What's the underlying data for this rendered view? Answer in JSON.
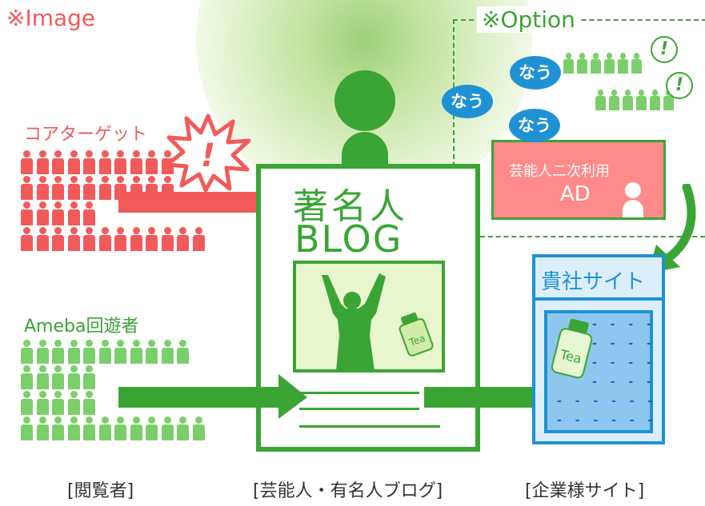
{
  "labels": {
    "image": "※Image",
    "option": "※Option",
    "core_target": "コアターゲット",
    "ameba_visitors": "Ameba回遊者",
    "blog_title_line1": "著名人",
    "blog_title_line2": "BLOG",
    "ad_title": "芸能人二次利用",
    "ad_label": "AD",
    "company_site_header": "貴社サイト",
    "caption_viewers": "[閲覧者]",
    "caption_blog": "[芸能人・有名人ブログ]",
    "caption_company": "[企業様サイト]",
    "exclaim": "!",
    "nau": "なう",
    "tea_label": "Tea"
  },
  "colors": {
    "red": "#f25a5a",
    "green": "#3aa534",
    "light_green": "#7bcf6a",
    "blue": "#1f92d3",
    "site_blue": "#8fc6f0"
  }
}
